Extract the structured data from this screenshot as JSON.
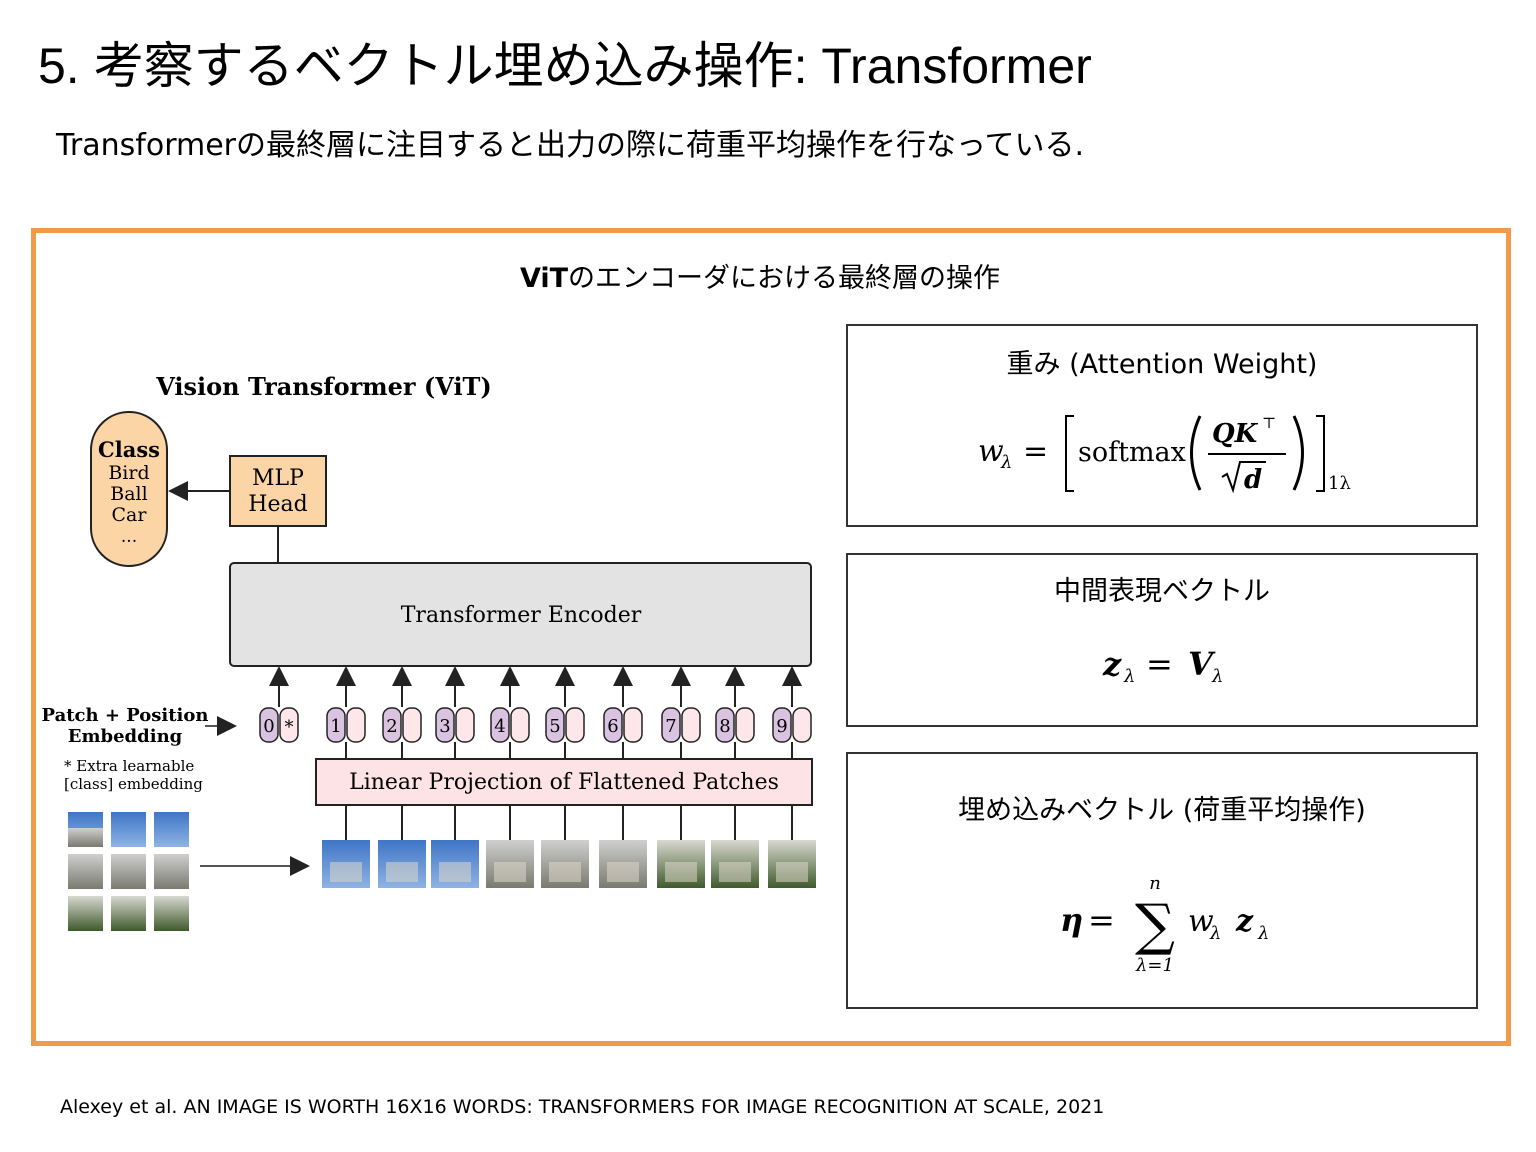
{
  "title": "5. 考察するベクトル埋め込み操作: Transformer",
  "subtitle": "Transformerの最終層に注目すると出力の際に荷重平均操作を行なっている.",
  "frame": {
    "title_bold": "ViT",
    "title_rest": "のエンコーダにおける最終層の操作",
    "accent_color": "#f09a4a"
  },
  "diagram": {
    "heading": "Vision Transformer (ViT)",
    "class_box": {
      "title": "Class",
      "items": [
        "Bird",
        "Ball",
        "Car",
        "..."
      ]
    },
    "mlp_head": [
      "MLP",
      "Head"
    ],
    "encoder": "Transformer Encoder",
    "patch_label": [
      "Patch + Position",
      "Embedding"
    ],
    "extra_note": [
      "* Extra learnable",
      "[class] embedding"
    ],
    "linear_projection": "Linear Projection of Flattened Patches",
    "position_indices": [
      "0",
      "1",
      "2",
      "3",
      "4",
      "5",
      "6",
      "7",
      "8",
      "9"
    ],
    "class_token_marker": "*",
    "colors": {
      "mlp": "#fbd5a5",
      "encoder": "#e3e3e3",
      "linear": "#fde3e6",
      "position": "#d9c3e0",
      "patch": "#fde7ea"
    }
  },
  "formula_boxes": [
    {
      "heading": "重み (Attention Weight)",
      "lhs": "w",
      "lhs_sub": "λ",
      "func": "softmax",
      "numerator": "QK",
      "numerator_sup": "⊤",
      "denominator": "d",
      "result_sub": "1λ"
    },
    {
      "heading": "中間表現ベクトル",
      "lhs": "z",
      "lhs_sub": "λ",
      "rhs": "V",
      "rhs_sub": "λ"
    },
    {
      "heading": "埋め込みベクトル (荷重平均操作)",
      "lhs": "η",
      "sum_top": "n",
      "sum_bottom": "λ=1",
      "term1": "w",
      "term1_sub": "λ",
      "term2": "z",
      "term2_sub": "λ"
    }
  ],
  "citation": "Alexey et al. AN IMAGE IS WORTH 16X16 WORDS: TRANSFORMERS FOR IMAGE RECOGNITION AT SCALE, 2021"
}
